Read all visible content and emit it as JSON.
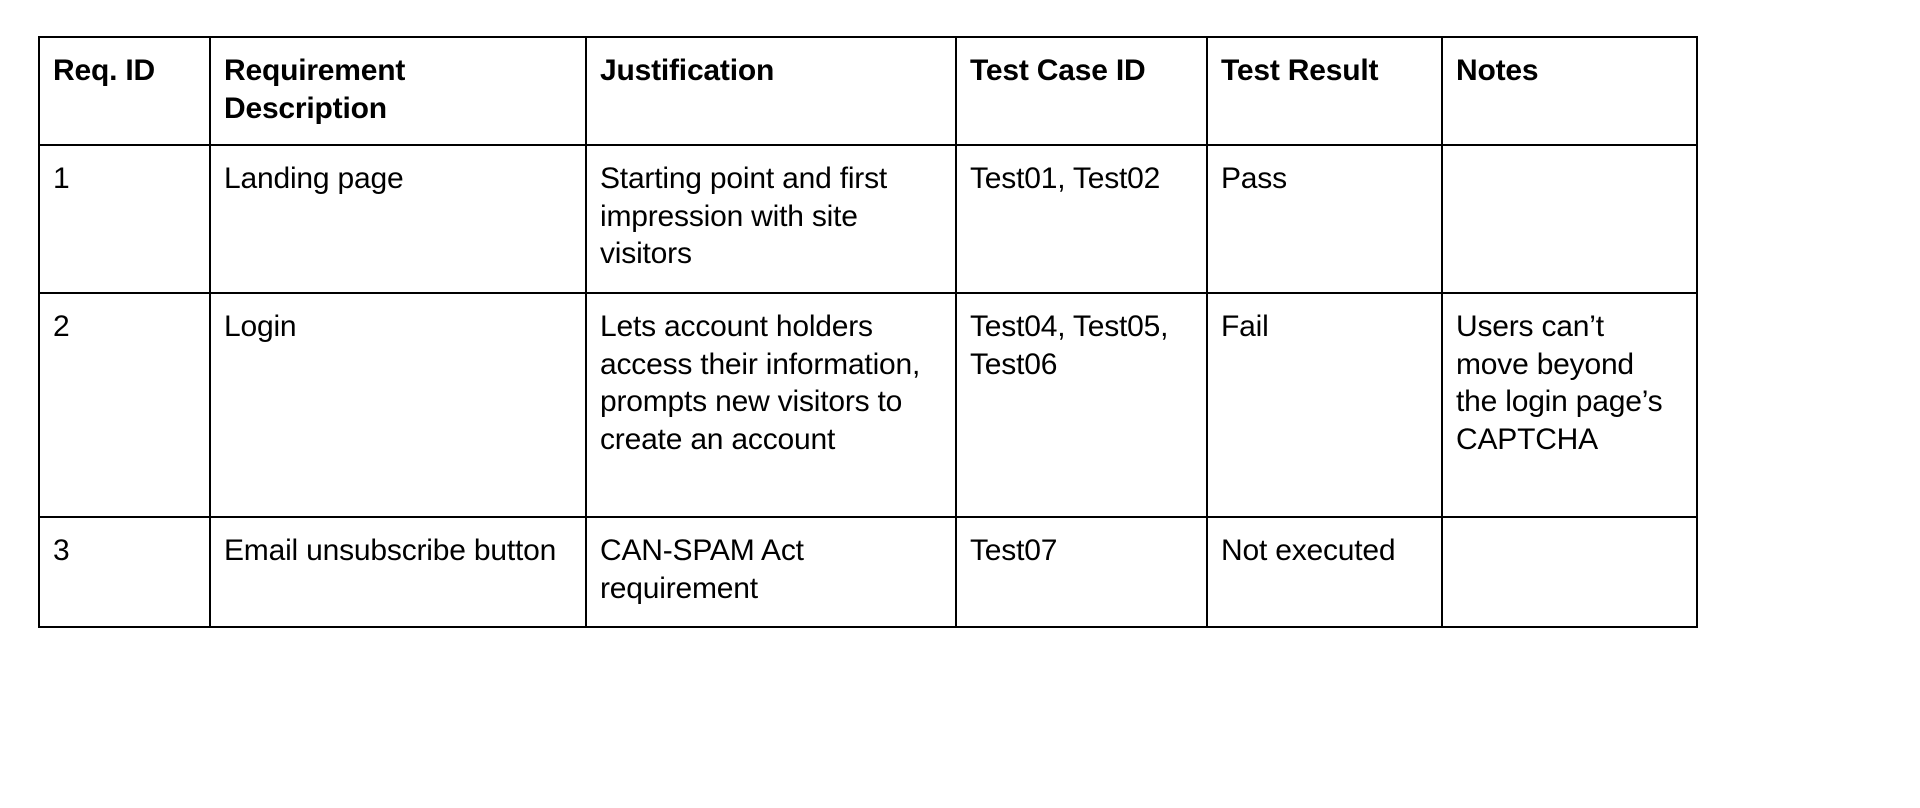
{
  "table": {
    "name": "requirements-traceability-matrix",
    "columns": [
      {
        "key": "req_id",
        "label": "Req. ID"
      },
      {
        "key": "description",
        "label": "Requirement Description"
      },
      {
        "key": "justification",
        "label": "Justification"
      },
      {
        "key": "test_case_id",
        "label": "Test Case ID"
      },
      {
        "key": "test_result",
        "label": "Test Result"
      },
      {
        "key": "notes",
        "label": "Notes"
      }
    ],
    "rows": [
      {
        "req_id": "1",
        "description": "Landing page",
        "justification": "Starting point and first impression with site visitors",
        "test_case_id": "Test01, Test02",
        "test_result": "Pass",
        "notes": ""
      },
      {
        "req_id": "2",
        "description": "Login",
        "justification": "Lets account holders access their information, prompts new visitors to create an account",
        "test_case_id": "Test04, Test05, Test06",
        "test_result": "Fail",
        "notes": "Users can’t move beyond the login page’s CAPTCHA"
      },
      {
        "req_id": "3",
        "description": "Email unsubscribe button",
        "justification": "CAN-SPAM Act requirement",
        "test_case_id": "Test07",
        "test_result": "Not executed",
        "notes": ""
      }
    ]
  },
  "colors": {
    "border": "#000000",
    "text": "#000000",
    "background": "#ffffff"
  }
}
